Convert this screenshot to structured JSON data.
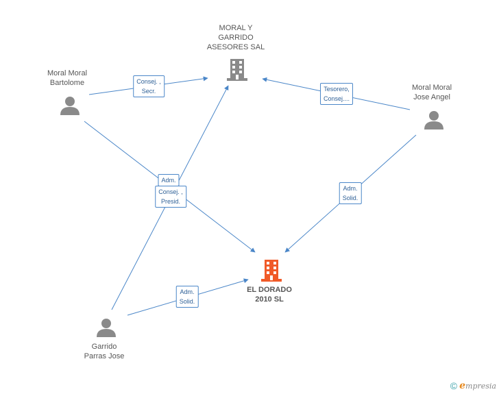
{
  "colors": {
    "edge": "#4a86c8",
    "company": "#8a8a8a",
    "target_company": "#f05a28",
    "person": "#8a8a8a"
  },
  "nodes": {
    "moral_garrido": {
      "lines": [
        "MORAL Y",
        "GARRIDO",
        "ASESORES SAL"
      ],
      "icon": "building-icon"
    },
    "el_dorado": {
      "lines": [
        "EL DORADO",
        "2010 SL"
      ],
      "icon": "building-icon"
    },
    "bartolome": {
      "lines": [
        "Moral Moral",
        "Bartolome"
      ],
      "icon": "person-icon"
    },
    "jose_angel": {
      "lines": [
        "Moral Moral",
        "Jose Angel"
      ],
      "icon": "person-icon"
    },
    "parras": {
      "lines": [
        "Garrido",
        "Parras Jose"
      ],
      "icon": "person-icon"
    }
  },
  "edges": {
    "bartolome_moral": [
      "Consej. ,",
      "Secr."
    ],
    "jose_moral": [
      "Tesorero,",
      "Consej...."
    ],
    "bartolome_dorado": [
      "Adm."
    ],
    "parras_moral": [
      "Consej. ,",
      "Presid."
    ],
    "jose_dorado": [
      "Adm.",
      "Solid."
    ],
    "parras_dorado": [
      "Adm.",
      "Solid."
    ]
  },
  "footer": {
    "copyright": "©",
    "brand_initial": "e",
    "brand_rest": "mpresia"
  }
}
